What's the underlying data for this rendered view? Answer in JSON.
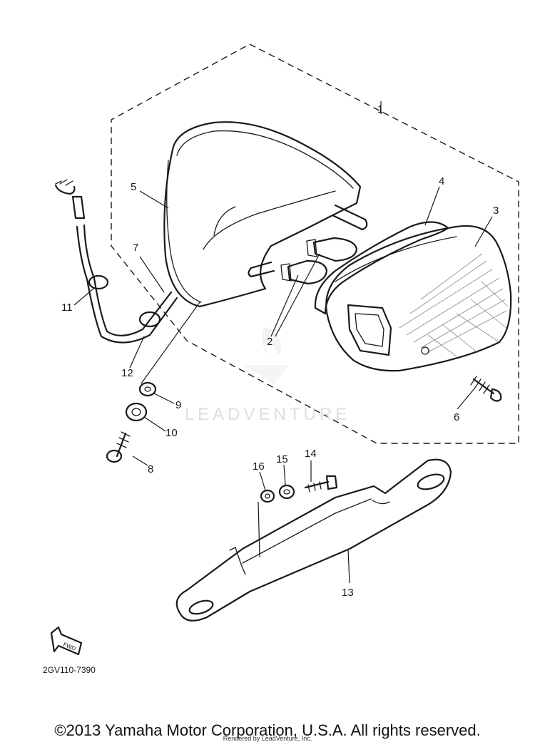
{
  "diagram": {
    "callouts": [
      "1",
      "2",
      "3",
      "4",
      "5",
      "6",
      "7",
      "8",
      "9",
      "10",
      "11",
      "12",
      "13",
      "14",
      "15",
      "16"
    ],
    "fwd_label": "FWD",
    "part_code": "2GV110-7390"
  },
  "watermark": "LEADVENTURE",
  "footer": {
    "copyright": "©2013 Yamaha Motor Corporation, U.S.A. All rights reserved.",
    "rendered_by": "Rendered by LeadVenture, Inc."
  }
}
